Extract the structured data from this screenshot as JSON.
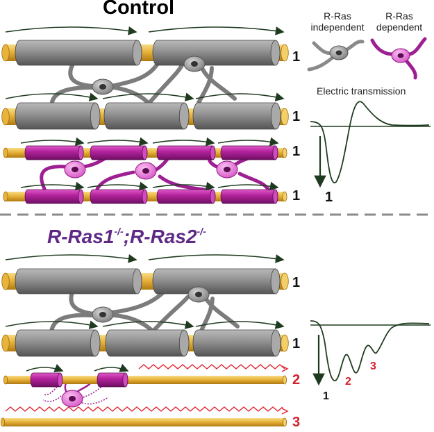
{
  "control": {
    "title": "Control",
    "row_labels": [
      "1",
      "1",
      "1",
      "1"
    ]
  },
  "mutant": {
    "title_part1": "R-Ras1",
    "title_sup1": "-/-",
    "title_part2": ";R-Ras2",
    "title_sup2": "-/-",
    "row_labels": [
      "1",
      "1",
      "2",
      "3"
    ]
  },
  "legend": {
    "independent_line1": "R-Ras",
    "independent_line2": "independent",
    "dependent_line1": "R-Ras",
    "dependent_line2": "dependent"
  },
  "transmission": {
    "title": "Electric transmission",
    "control_peak_label": "1",
    "mutant_peak_labels": [
      "1",
      "2",
      "3"
    ]
  },
  "colors": {
    "axon": "#e8b33a",
    "myelin_gray": "#8a8a8a",
    "myelin_magenta": "#b5239e",
    "oligo_gray": "#9a9a9a",
    "oligo_magenta": "#ea7be0",
    "label_red": "#d11f2b",
    "mutant_title": "#5f2a86",
    "trace": "#1f3b1f"
  }
}
